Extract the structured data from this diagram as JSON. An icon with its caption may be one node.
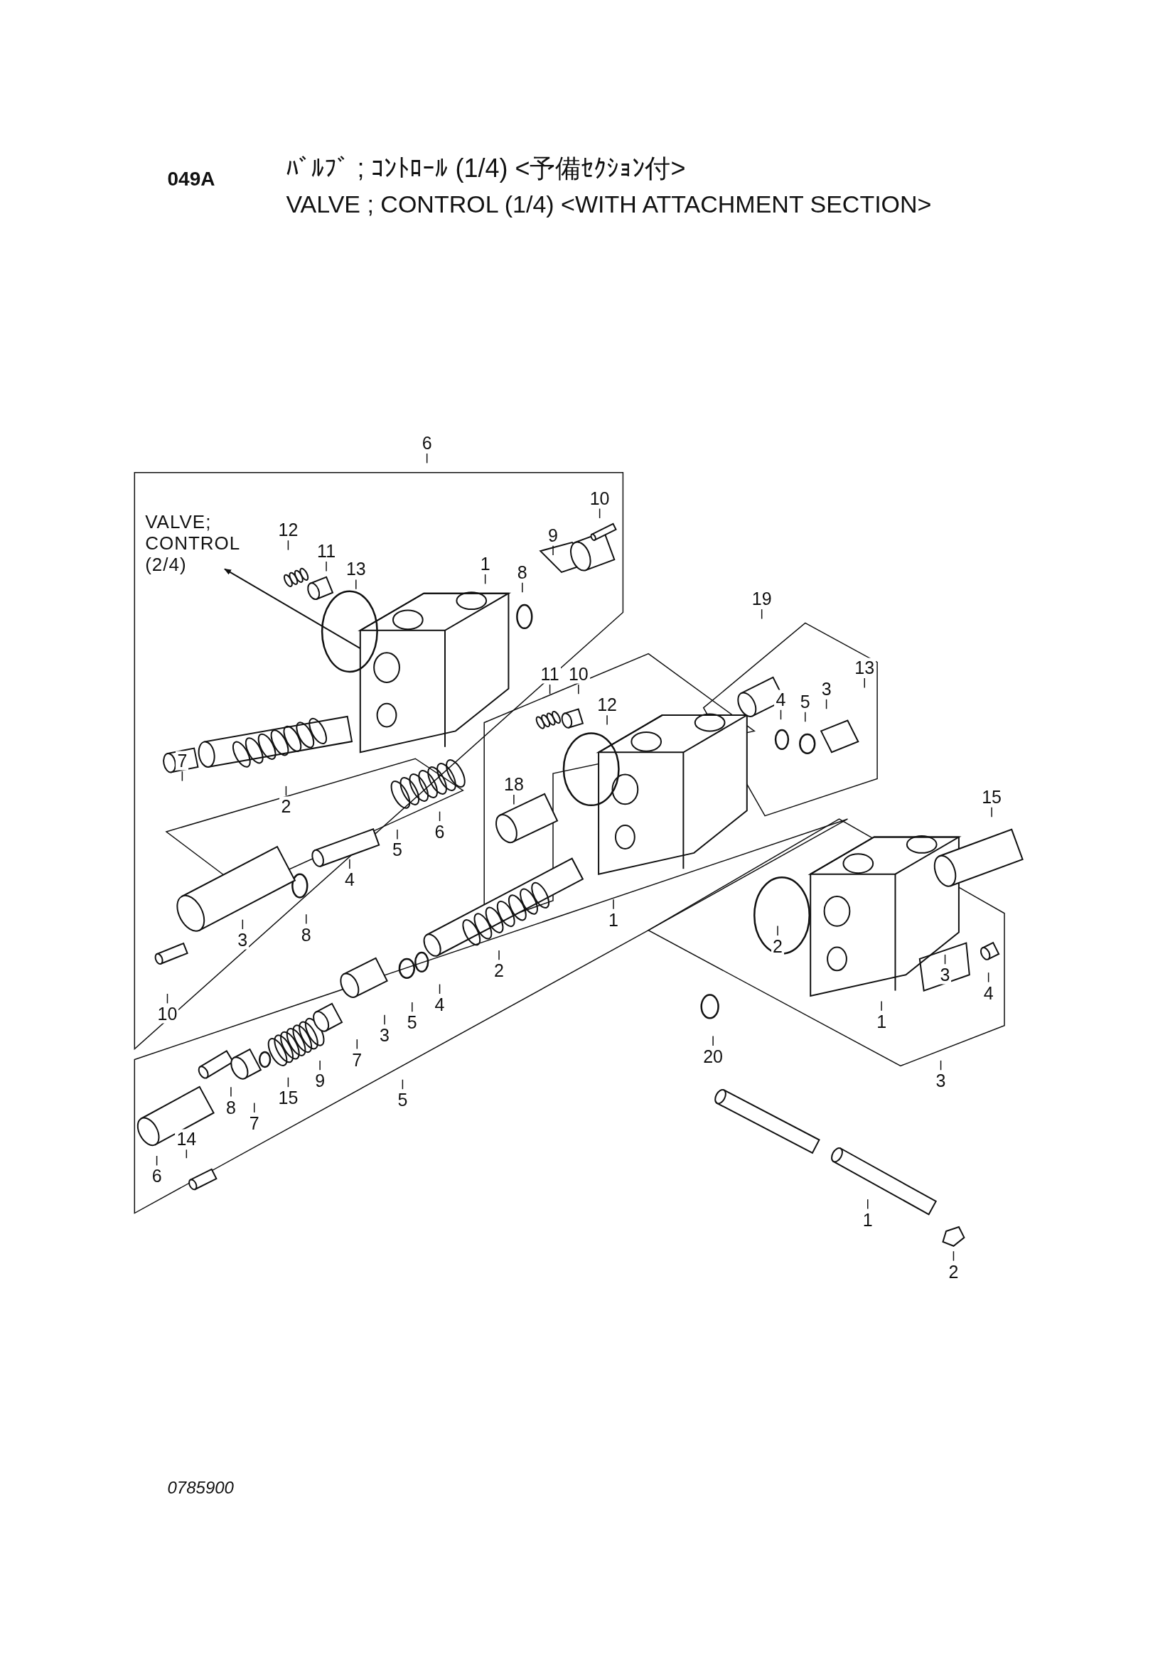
{
  "diagram": {
    "title": "VALVE ; CONTROL (1/4) <WITH ATTACHMENT SECTION>",
    "nodes": [
      {
        "text": [
          "6"
        ]
      },
      {
        "text": [
          "10"
        ]
      },
      {
        "text": [
          "12"
        ]
      },
      {
        "text": [
          "11"
        ]
      },
      {
        "text": [
          "9"
        ]
      },
      {
        "text": [
          "13"
        ]
      },
      {
        "text": [
          "1"
        ]
      },
      {
        "text": [
          "8"
        ]
      },
      {
        "text": [
          "19"
        ]
      },
      {
        "text": [
          "11"
        ]
      },
      {
        "text": [
          "10"
        ]
      },
      {
        "text": [
          "12"
        ]
      },
      {
        "text": [
          "13"
        ]
      },
      {
        "text": [
          "3"
        ]
      },
      {
        "text": [
          "5"
        ]
      },
      {
        "text": [
          "4"
        ]
      },
      {
        "text": [
          "7"
        ]
      },
      {
        "text": [
          "2"
        ]
      },
      {
        "text": [
          "18"
        ]
      },
      {
        "text": [
          "15"
        ]
      },
      {
        "text": [
          "6"
        ]
      },
      {
        "text": [
          "5"
        ]
      },
      {
        "text": [
          "4"
        ]
      },
      {
        "text": [
          "3"
        ]
      },
      {
        "text": [
          "8"
        ]
      },
      {
        "text": [
          "1"
        ]
      },
      {
        "text": [
          "2"
        ]
      },
      {
        "text": [
          "2"
        ]
      },
      {
        "text": [
          "3"
        ]
      },
      {
        "text": [
          "4"
        ]
      },
      {
        "text": [
          "10"
        ]
      },
      {
        "text": [
          "4"
        ]
      },
      {
        "text": [
          "5"
        ]
      },
      {
        "text": [
          "3"
        ]
      },
      {
        "text": [
          "1"
        ]
      },
      {
        "text": [
          "7"
        ]
      },
      {
        "text": [
          "20"
        ]
      },
      {
        "text": [
          "9"
        ]
      },
      {
        "text": [
          "15"
        ]
      },
      {
        "text": [
          "5"
        ]
      },
      {
        "text": [
          "3"
        ]
      },
      {
        "text": [
          "8"
        ]
      },
      {
        "text": [
          "7"
        ]
      },
      {
        "text": [
          "14"
        ]
      },
      {
        "text": [
          "6"
        ]
      },
      {
        "text": [
          "1"
        ]
      },
      {
        "text": [
          "2"
        ]
      }
    ],
    "edges": [
      {
        "from": 0,
        "to": null,
        "arrow": "none"
      },
      {
        "from": 1,
        "to": null,
        "arrow": "none"
      },
      {
        "from": 2,
        "to": null,
        "arrow": "none"
      },
      {
        "from": 3,
        "to": null,
        "arrow": "none"
      },
      {
        "from": 4,
        "to": null,
        "arrow": "none"
      },
      {
        "from": 5,
        "to": null,
        "arrow": "none"
      },
      {
        "from": 6,
        "to": null,
        "arrow": "none"
      },
      {
        "from": 7,
        "to": null,
        "arrow": "none"
      },
      {
        "from": 8,
        "to": null,
        "arrow": "none"
      },
      {
        "from": 9,
        "to": null,
        "arrow": "none"
      },
      {
        "from": 10,
        "to": null,
        "arrow": "none"
      },
      {
        "from": 11,
        "to": null,
        "arrow": "none"
      },
      {
        "from": 12,
        "to": null,
        "arrow": "none"
      },
      {
        "from": 13,
        "to": null,
        "arrow": "none"
      },
      {
        "from": 14,
        "to": null,
        "arrow": "none"
      },
      {
        "from": 15,
        "to": null,
        "arrow": "none"
      },
      {
        "from": 16,
        "to": null,
        "arrow": "none"
      },
      {
        "from": 17,
        "to": null,
        "arrow": "none"
      },
      {
        "from": 18,
        "to": null,
        "arrow": "none"
      },
      {
        "from": 19,
        "to": null,
        "arrow": "none"
      },
      {
        "from": 20,
        "to": null,
        "arrow": "none"
      },
      {
        "from": 21,
        "to": null,
        "arrow": "none"
      },
      {
        "from": 22,
        "to": null,
        "arrow": "none"
      },
      {
        "from": 23,
        "to": null,
        "arrow": "none"
      },
      {
        "from": 24,
        "to": null,
        "arrow": "none"
      },
      {
        "from": 25,
        "to": null,
        "arrow": "none"
      },
      {
        "from": 26,
        "to": null,
        "arrow": "none"
      },
      {
        "from": 27,
        "to": null,
        "arrow": "none"
      },
      {
        "from": 28,
        "to": null,
        "arrow": "none"
      },
      {
        "from": 29,
        "to": null,
        "arrow": "none"
      },
      {
        "from": 30,
        "to": null,
        "arrow": "none"
      },
      {
        "from": 31,
        "to": null,
        "arrow": "none"
      },
      {
        "from": 32,
        "to": null,
        "arrow": "none"
      },
      {
        "from": 33,
        "to": null,
        "arrow": "none"
      },
      {
        "from": 34,
        "to": null,
        "arrow": "none"
      },
      {
        "from": 35,
        "to": null,
        "arrow": "none"
      },
      {
        "from": 36,
        "to": null,
        "arrow": "none"
      },
      {
        "from": 37,
        "to": null,
        "arrow": "none"
      },
      {
        "from": 38,
        "to": null,
        "arrow": "none"
      },
      {
        "from": 39,
        "to": null,
        "arrow": "none"
      },
      {
        "from": 40,
        "to": null,
        "arrow": "none"
      },
      {
        "from": 41,
        "to": null,
        "arrow": "none"
      },
      {
        "from": 42,
        "to": null,
        "arrow": "none"
      },
      {
        "from": 43,
        "to": null,
        "arrow": "none"
      },
      {
        "from": 44,
        "to": null,
        "arrow": "none"
      },
      {
        "from": 45,
        "to": null,
        "arrow": "none"
      },
      {
        "from": 46,
        "to": null,
        "arrow": "none"
      }
    ],
    "labels": [
      "049A",
      "ﾊﾞﾙﾌﾞ ; ｺﾝﾄﾛｰﾙ (1/4) <予備ｾｸｼｮﾝ付>",
      "VALVE; CONTROL (2/4)",
      "0785900"
    ]
  }
}
